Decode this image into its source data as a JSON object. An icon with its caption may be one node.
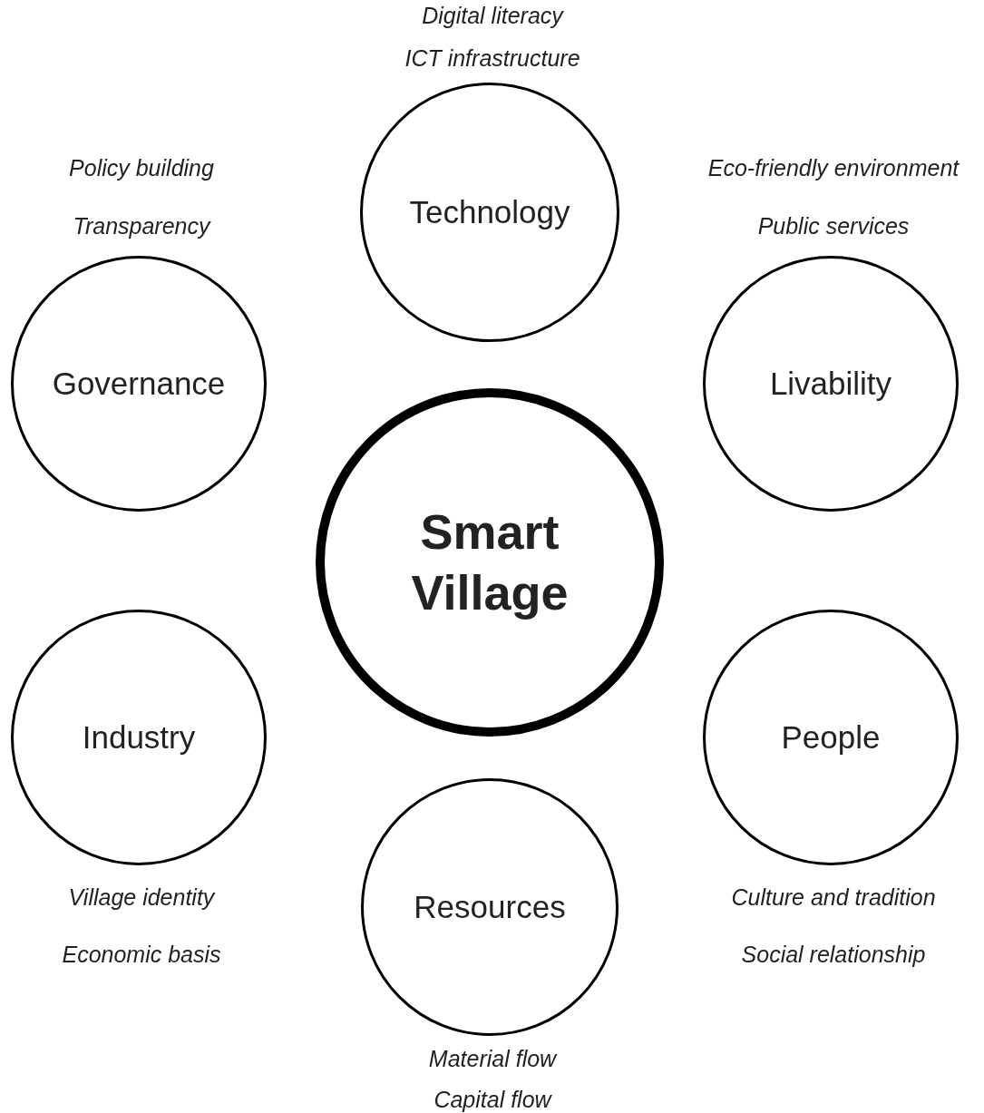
{
  "diagram": {
    "nodes": [
      {
        "text": [
          "Technology"
        ],
        "beside": [
          "Digital literacy",
          "ICT infrastructure"
        ]
      },
      {
        "text": [
          "Governance"
        ],
        "beside": [
          "Policy building",
          "Transparency"
        ]
      },
      {
        "text": [
          "Livability"
        ],
        "beside": [
          "Eco-friendly environment",
          "Public services"
        ]
      },
      {
        "text": [
          "Smart Village"
        ]
      },
      {
        "text": [
          "Industry"
        ],
        "beside": [
          "Village identity",
          "Economic basis"
        ]
      },
      {
        "text": [
          "People"
        ],
        "beside": [
          "Culture and tradition",
          "Social relationship"
        ]
      },
      {
        "text": [
          "Resources"
        ],
        "beside": [
          "Material flow",
          "Capital flow"
        ]
      }
    ],
    "edges": []
  }
}
